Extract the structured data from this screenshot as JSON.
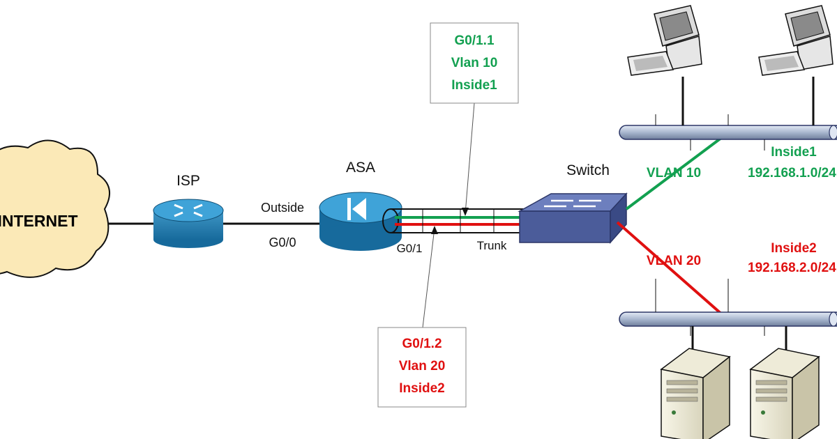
{
  "internet": {
    "label": "INTERNET"
  },
  "isp": {
    "label": "ISP"
  },
  "asa": {
    "label": "ASA"
  },
  "switch": {
    "label": "Switch"
  },
  "link_outside": {
    "name": "Outside",
    "port": "G0/0"
  },
  "asa_port": "G0/1",
  "trunk_label": "Trunk",
  "subinterface_1": {
    "line1": "G0/1.1",
    "line2": "Vlan 10",
    "line3": "Inside1"
  },
  "subinterface_2": {
    "line1": "G0/1.2",
    "line2": "Vlan 20",
    "line3": "Inside2"
  },
  "vlan10": {
    "label": "VLAN 10",
    "segment_name": "Inside1",
    "network": "192.168.1.0/24"
  },
  "vlan20": {
    "label": "VLAN 20",
    "segment_name": "Inside2",
    "network": "192.168.2.0/24"
  },
  "colors": {
    "vlan10": "#12a050",
    "vlan20": "#e01010",
    "device_blue": "#1a7fb5",
    "switch_blue": "#4b5c9a",
    "bus": "#a9b7cf"
  },
  "icons": [
    "cloud-icon",
    "router-icon",
    "firewall-icon",
    "switch-icon",
    "workstation-icon",
    "server-icon"
  ]
}
